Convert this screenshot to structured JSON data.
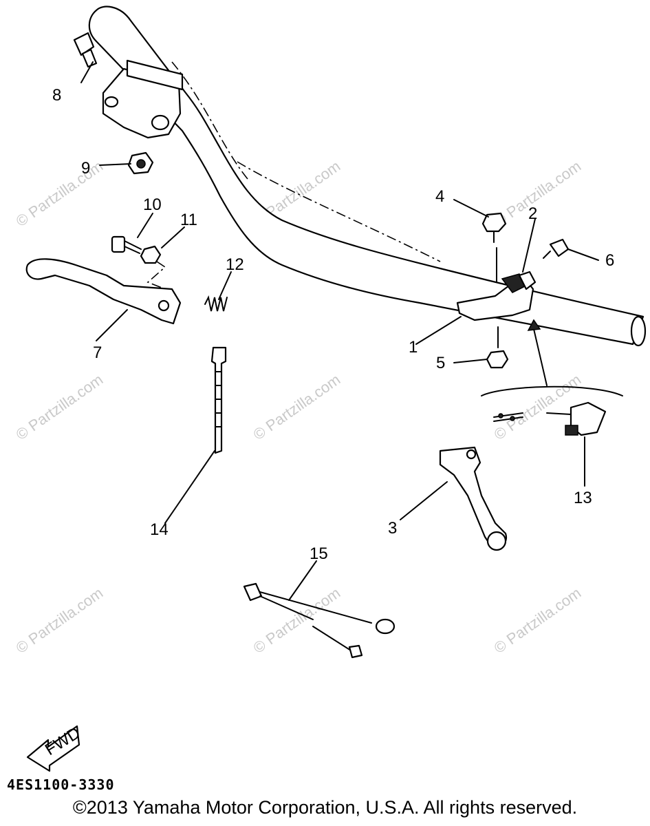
{
  "callouts": [
    {
      "id": "1",
      "label": "1"
    },
    {
      "id": "2",
      "label": "2"
    },
    {
      "id": "3",
      "label": "3"
    },
    {
      "id": "4",
      "label": "4"
    },
    {
      "id": "5",
      "label": "5"
    },
    {
      "id": "6",
      "label": "6"
    },
    {
      "id": "7",
      "label": "7"
    },
    {
      "id": "8",
      "label": "8"
    },
    {
      "id": "9",
      "label": "9"
    },
    {
      "id": "10",
      "label": "10"
    },
    {
      "id": "11",
      "label": "11"
    },
    {
      "id": "12",
      "label": "12"
    },
    {
      "id": "13",
      "label": "13"
    },
    {
      "id": "14",
      "label": "14"
    },
    {
      "id": "15",
      "label": "15"
    }
  ],
  "fwd_label": "FWD",
  "watermark": "© Partzilla.com",
  "part_code": "4ES1100-3330",
  "copyright": "©2013 Yamaha Motor Corporation, U.S.A. All rights reserved."
}
